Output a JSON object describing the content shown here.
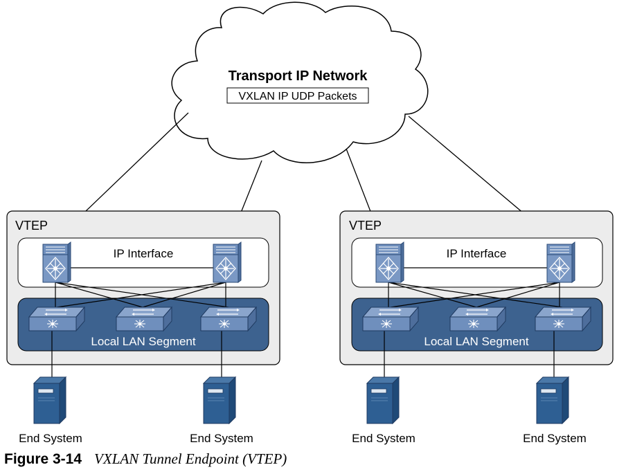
{
  "cloud": {
    "title": "Transport IP Network",
    "subtitle": "VXLAN IP UDP Packets"
  },
  "vteps": [
    {
      "label": "VTEP",
      "ip_interface_label": "IP Interface",
      "lan_label": "Local LAN Segment",
      "end_systems": [
        "End System",
        "End System"
      ]
    },
    {
      "label": "VTEP",
      "ip_interface_label": "IP Interface",
      "lan_label": "Local LAN Segment",
      "end_systems": [
        "End System",
        "End System"
      ]
    }
  ],
  "caption": {
    "figure": "Figure 3-14",
    "text": "VXLAN Tunnel Endpoint (VTEP)"
  },
  "colors": {
    "device_blue": "#6b8bb8",
    "lan_blue": "#3d628f",
    "server_blue": "#2a5c8e",
    "vtep_bg": "#ececec"
  }
}
